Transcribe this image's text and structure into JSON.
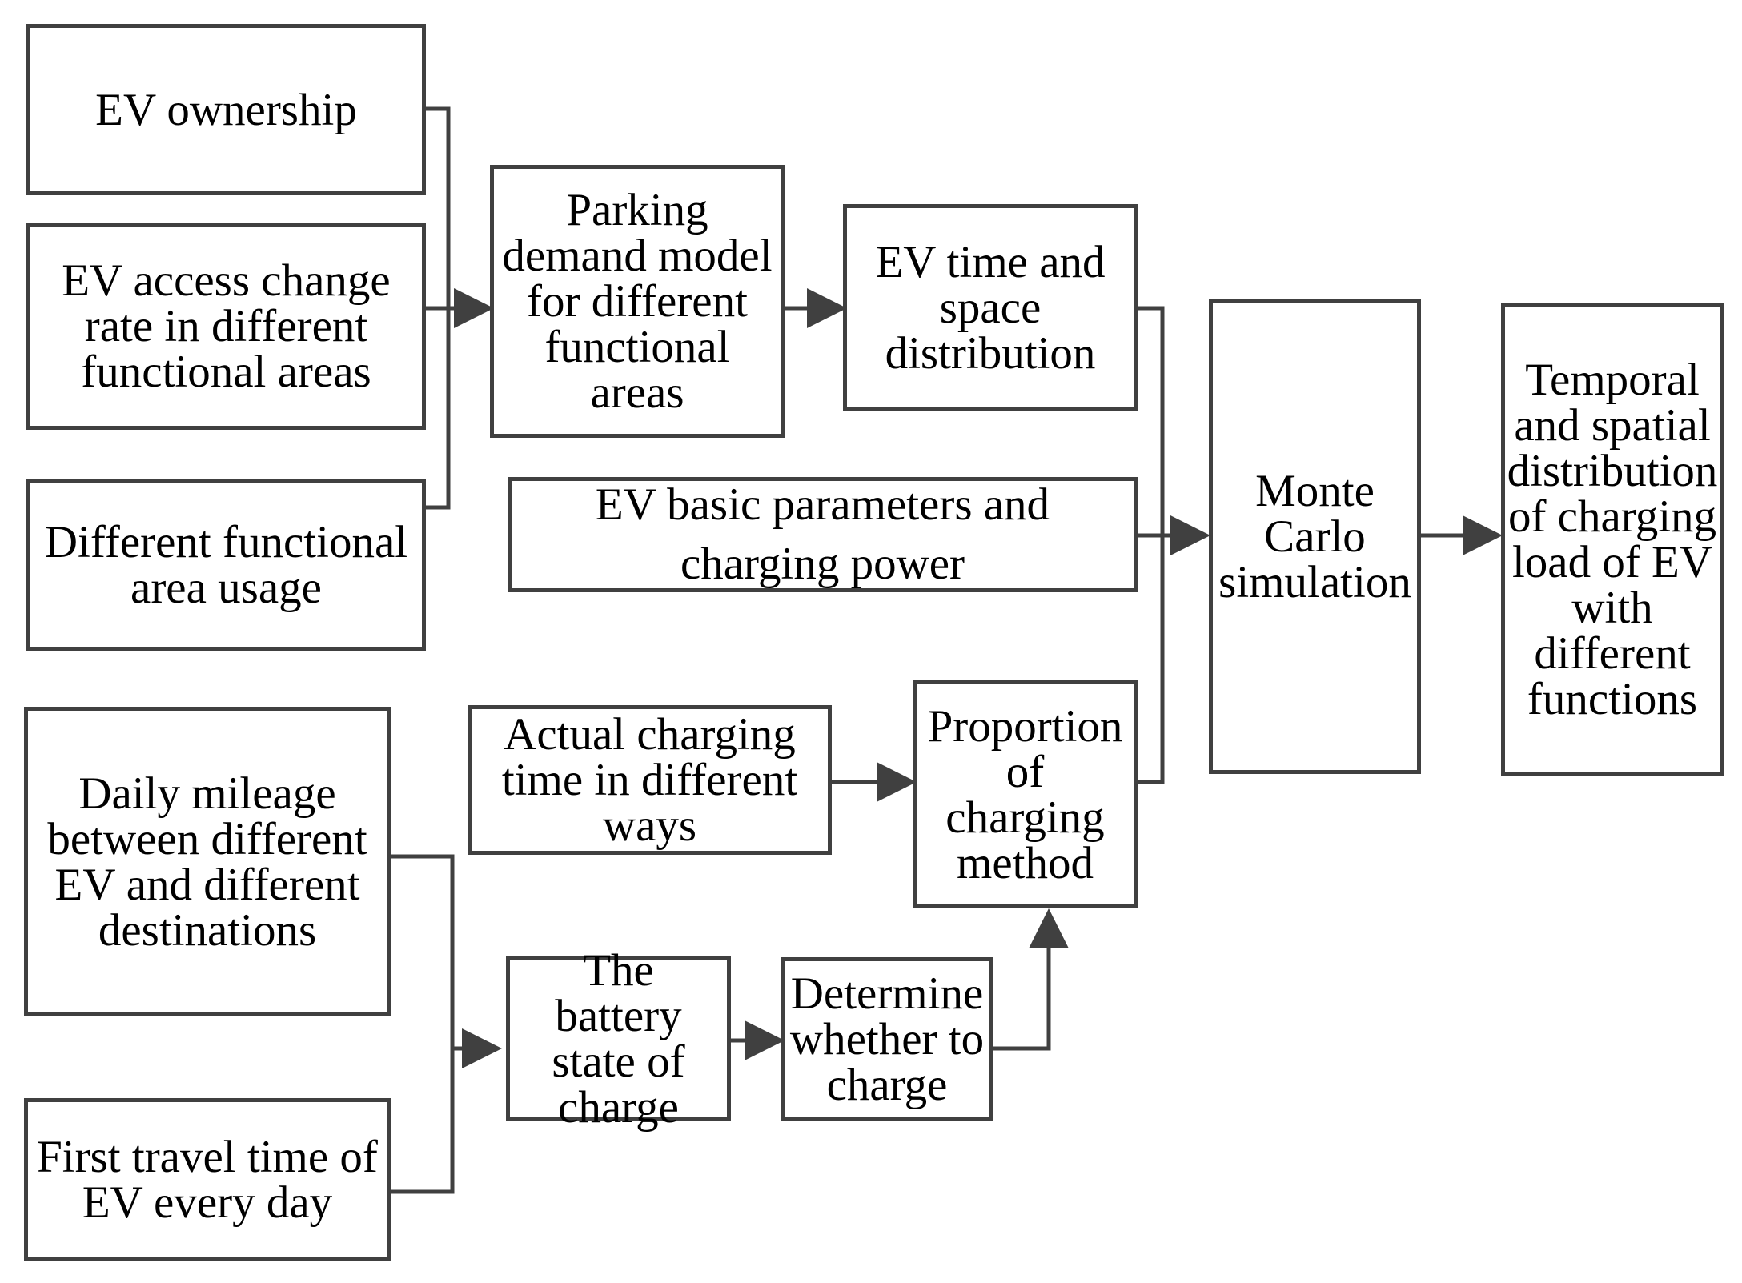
{
  "nodes": {
    "ev_ownership": "EV ownership",
    "ev_access_rate": "EV access  change rate in different functional areas",
    "functional_area_usage": "Different functional area usage",
    "daily_mileage": "Daily mileage between different EV and different destinations",
    "first_travel_time": "First travel time of EV every day",
    "parking_demand": "Parking demand model for different functional areas",
    "time_space_distribution": "EV time and space distribution",
    "basic_parameters": "EV basic parameters and charging power",
    "actual_charging_time": "Actual charging time in different ways",
    "proportion_charging": "Proportion of charging method",
    "battery_soc": "The battery state of charge",
    "determine_charge": "Determine whether to charge",
    "monte_carlo": "Monte Carlo simulation",
    "output": "Temporal and spatial distribution of charging load of EV with different functions"
  },
  "colors": {
    "line": "#404040",
    "background": "#ffffff",
    "text": "#000000"
  }
}
